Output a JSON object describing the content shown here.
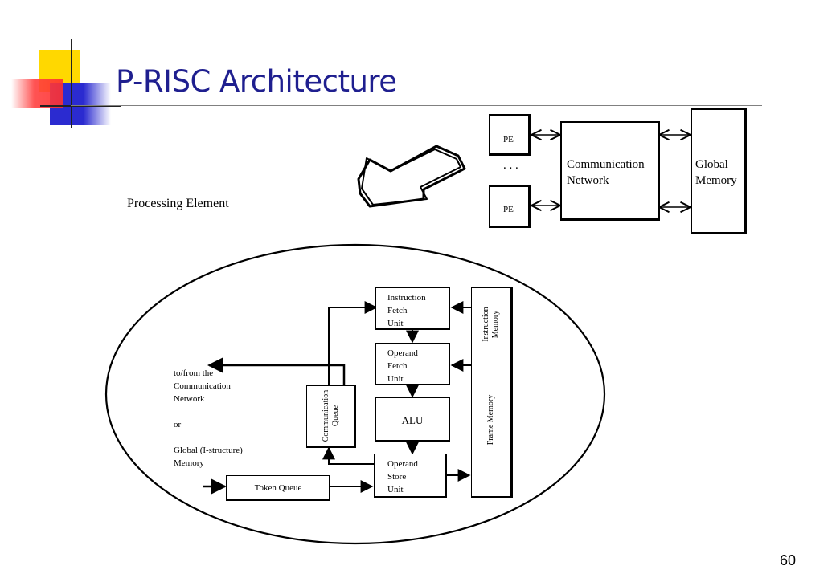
{
  "slide": {
    "title": "P-RISC Architecture",
    "page_number": "60"
  },
  "system": {
    "pe_top": "PE",
    "pe_bottom": "PE",
    "ellipsis": ". . .",
    "comm_network": "Communication\nNetwork",
    "global_memory": "Global\nMemory"
  },
  "processing_element": {
    "label": "Processing Element",
    "instruction_fetch": "Instruction\nFetch\nUnit",
    "operand_fetch": "Operand\nFetch\nUnit",
    "alu": "ALU",
    "operand_store": "Operand\nStore\nUnit",
    "token_queue": "Token Queue",
    "comm_queue": "Communication\nQueue",
    "instruction_memory": "Instruction\nMemory",
    "frame_memory": "Frame Memory",
    "to_from": "to/from the\nCommunication\nNetwork\n\nor\n\nGlobal (I-structure)\nMemory"
  }
}
